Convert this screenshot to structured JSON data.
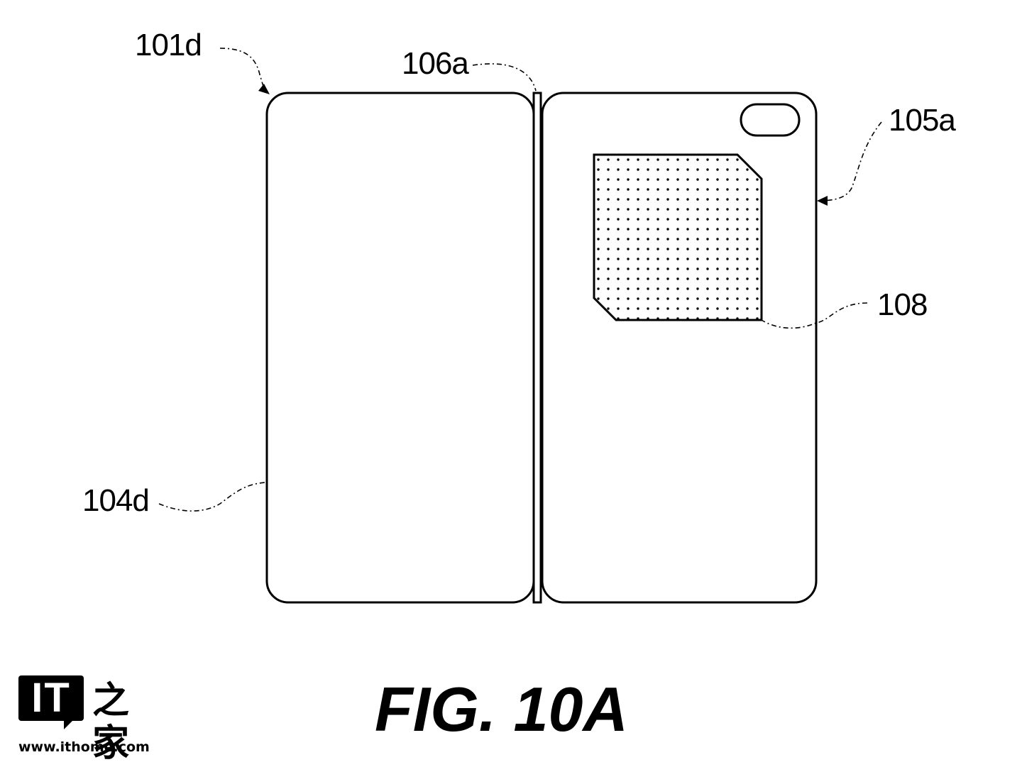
{
  "figure": {
    "caption": "FIG. 10A",
    "reference_labels": {
      "left_panel": "101d",
      "hinge": "106a",
      "right_panel": "105a",
      "camera_module": "108",
      "left_edge": "104d"
    }
  },
  "watermark": {
    "logo_text": "IT",
    "logo_chinese": "之家",
    "url": "www.ithome.com"
  }
}
